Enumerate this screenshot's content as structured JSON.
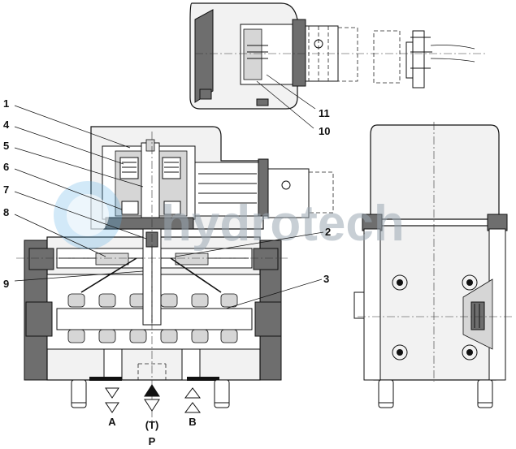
{
  "callouts": [
    "1",
    "4",
    "5",
    "6",
    "7",
    "8",
    "9",
    "2",
    "3",
    "11",
    "10"
  ],
  "ports": {
    "a": "A",
    "t": "(T)",
    "b": "B",
    "p": "P"
  },
  "watermark": "hydrotech",
  "colors": {
    "housing": "#f2f2f2",
    "section_fill": "#6e6e6e",
    "line": "#111111",
    "watermark": "#9aa7b3"
  }
}
